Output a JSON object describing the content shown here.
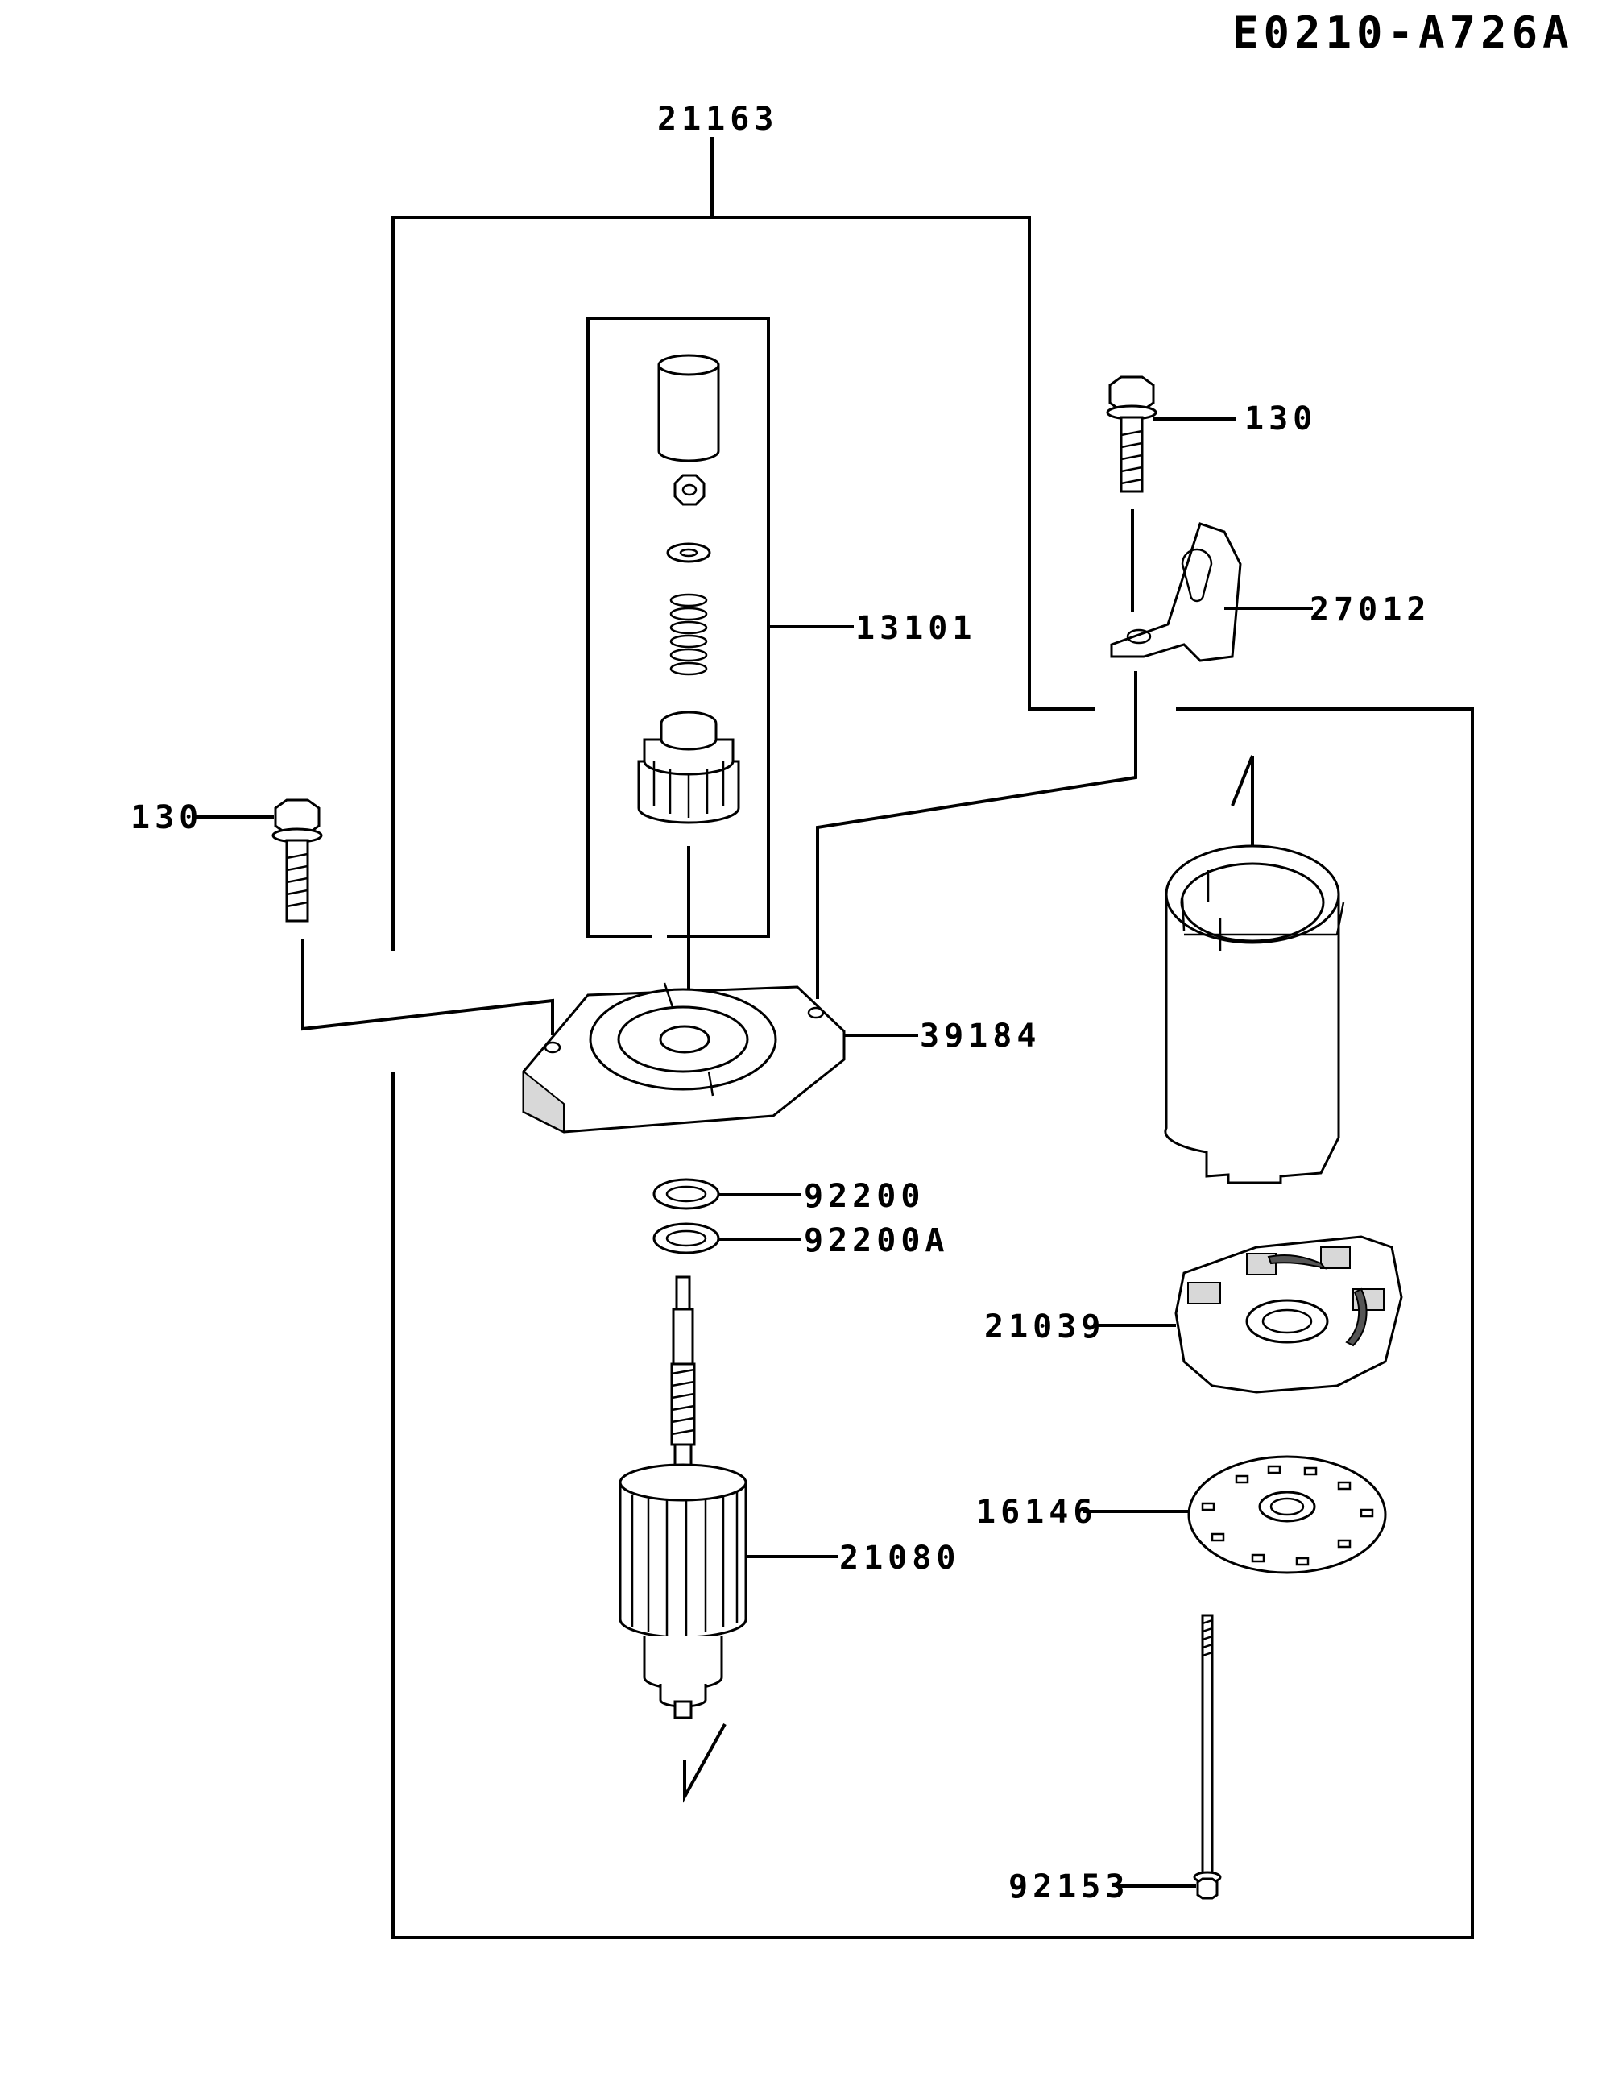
{
  "diagram_code": "E0210-A726A",
  "parts": {
    "starter_assembly": "21163",
    "bolt_top": "130",
    "pinion_set": "13101",
    "bracket": "27012",
    "bolt_left": "130",
    "end_cover": "39184",
    "washer": "92200",
    "washer_a": "92200A",
    "brush_holder": "21039",
    "plate": "16146",
    "armature": "21080",
    "through_bolt": "92153"
  }
}
